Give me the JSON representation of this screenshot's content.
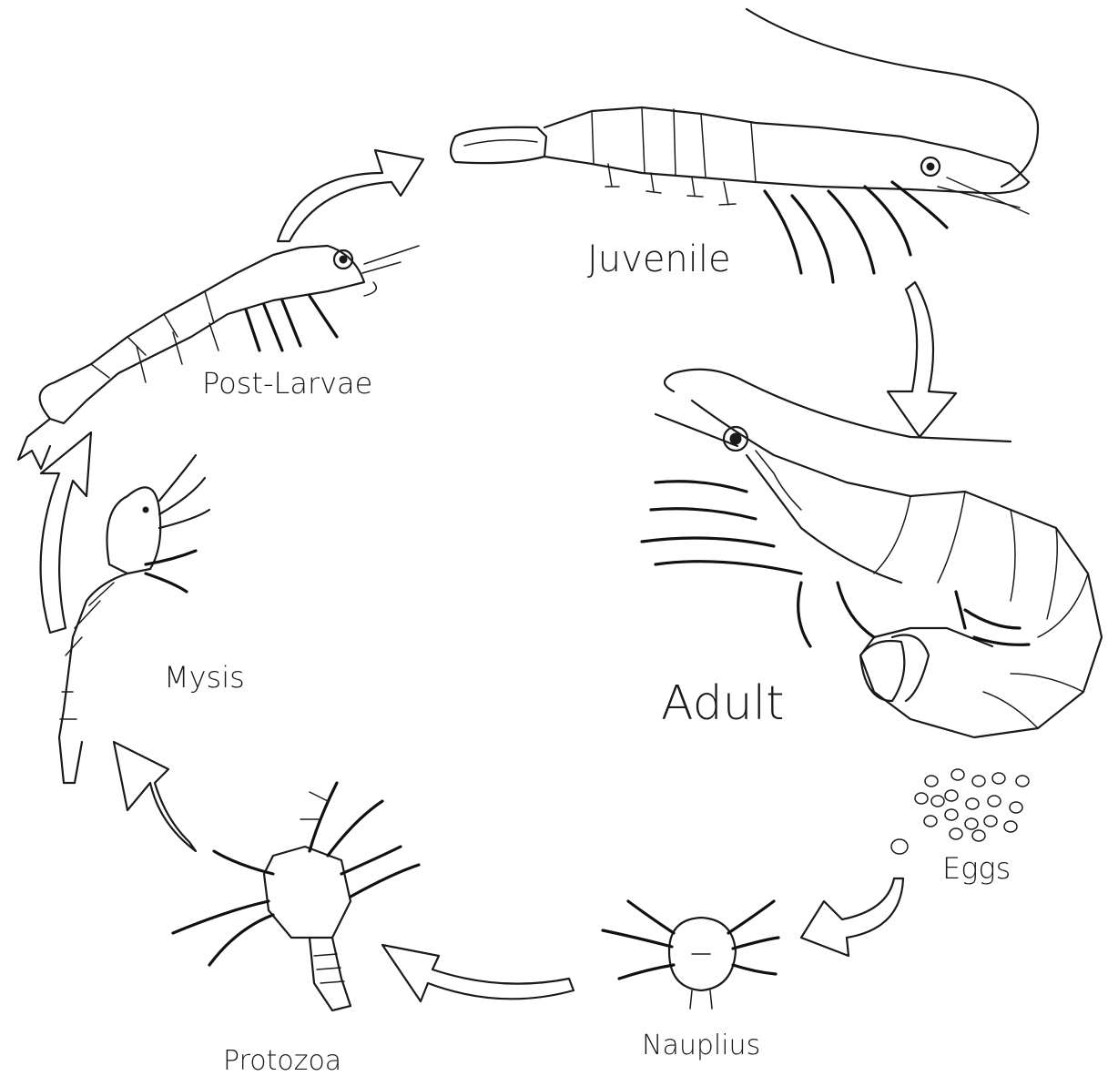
{
  "diagram": {
    "stages": {
      "juvenile": "Juvenile",
      "adult": "Adult",
      "eggs": "Eggs",
      "nauplius": "Nauplius",
      "protozoa": "Protozoa",
      "mysis": "Mysis",
      "post_larvae": "Post-Larvae"
    }
  }
}
